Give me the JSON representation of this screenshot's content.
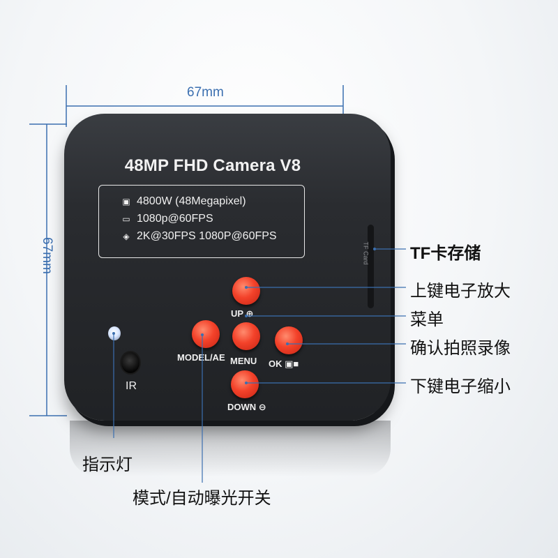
{
  "dimensions": {
    "width_label": "67mm",
    "height_label": "67mm"
  },
  "camera": {
    "title": "48MP FHD Camera V8",
    "specs": [
      {
        "icon": "camera-icon",
        "text": "4800W (48Megapixel)"
      },
      {
        "icon": "hdmi-icon",
        "text": "1080p@60FPS"
      },
      {
        "icon": "video-icon",
        "text": "2K@30FPS 1080P@60FPS"
      }
    ],
    "buttons": {
      "up": "UP",
      "menu": "MENU",
      "ok": "OK",
      "down": "DOWN",
      "mode": "MODEL/AE"
    },
    "slot_text": "TF Card",
    "ir_label": "IR"
  },
  "callouts": {
    "tf_card": "TF卡存储",
    "up": "上键电子放大",
    "menu": "菜单",
    "ok": "确认拍照录像",
    "down": "下键电子缩小",
    "indicator": "指示灯",
    "mode": "模式/自动曝光开关"
  },
  "colors": {
    "button": "#f3422a",
    "body": "#2a2c30",
    "dimension_line": "#3b6fb0"
  }
}
